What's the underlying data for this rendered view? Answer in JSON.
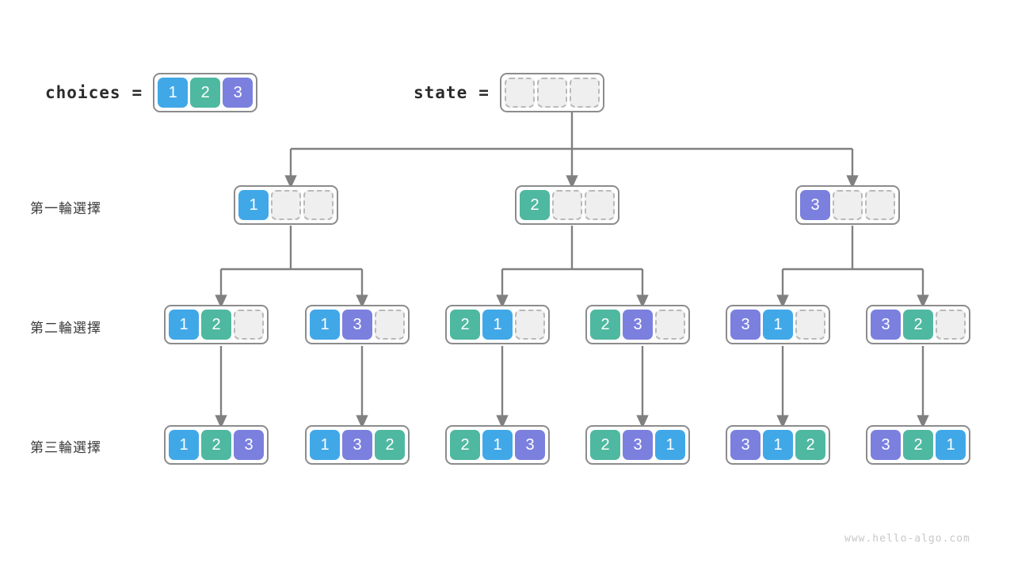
{
  "diagram": {
    "title": "permutation-backtracking-tree",
    "watermark": "www.hello-algo.com",
    "colors": {
      "one": "#41a8e8",
      "two": "#4fb8a0",
      "three": "#7b80de",
      "empty_fill": "#efefef",
      "empty_border": "#b9b9b9",
      "node_border": "#8c8c8c",
      "edge": "#808080",
      "text": "#3c3c3c",
      "watermark": "#c8c8c8"
    }
  },
  "header": {
    "choices": {
      "label": "choices",
      "equals": "=",
      "cells": [
        "1",
        "2",
        "3"
      ]
    },
    "state": {
      "label": "state",
      "equals": "=",
      "cells": [
        "",
        "",
        ""
      ]
    }
  },
  "rows": [
    {
      "caption": "第一輪選擇"
    },
    {
      "caption": "第二輪選擇"
    },
    {
      "caption": "第三輪選擇"
    }
  ],
  "levels": {
    "level1": [
      {
        "cells": [
          "1",
          "",
          ""
        ]
      },
      {
        "cells": [
          "2",
          "",
          ""
        ]
      },
      {
        "cells": [
          "3",
          "",
          ""
        ]
      }
    ],
    "level2": [
      {
        "cells": [
          "1",
          "2",
          ""
        ]
      },
      {
        "cells": [
          "1",
          "3",
          ""
        ]
      },
      {
        "cells": [
          "2",
          "1",
          ""
        ]
      },
      {
        "cells": [
          "2",
          "3",
          ""
        ]
      },
      {
        "cells": [
          "3",
          "1",
          ""
        ]
      },
      {
        "cells": [
          "3",
          "2",
          ""
        ]
      }
    ],
    "level3": [
      {
        "cells": [
          "1",
          "2",
          "3"
        ]
      },
      {
        "cells": [
          "1",
          "3",
          "2"
        ]
      },
      {
        "cells": [
          "2",
          "1",
          "3"
        ]
      },
      {
        "cells": [
          "2",
          "3",
          "1"
        ]
      },
      {
        "cells": [
          "3",
          "1",
          "2"
        ]
      },
      {
        "cells": [
          "3",
          "2",
          "1"
        ]
      }
    ]
  }
}
